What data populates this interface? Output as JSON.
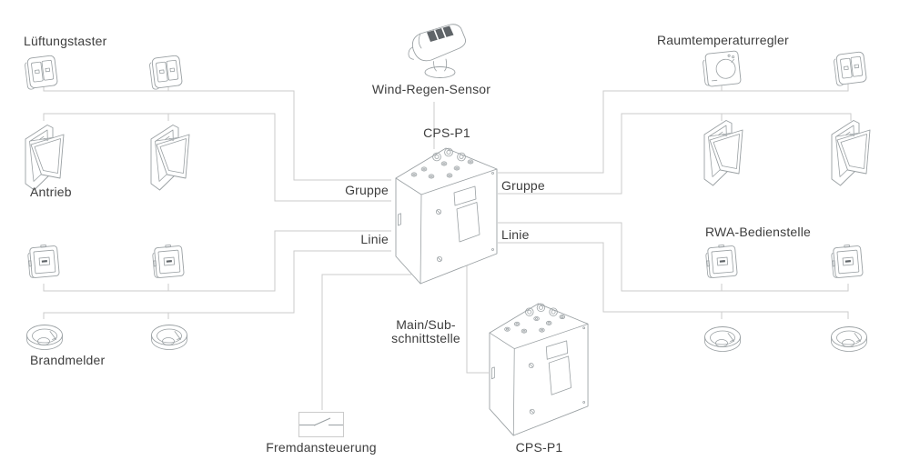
{
  "colors": {
    "wire": "#cbcbcb",
    "icon": "#9aa0a3",
    "text": "#3d3d3d",
    "dark": "#5f6468"
  },
  "labels": {
    "lueftungstaster": "Lüftungstaster",
    "wind_regen_sensor": "Wind-Regen-Sensor",
    "raumtemperaturregler": "Raumtemperaturregler",
    "antrieb": "Antrieb",
    "gruppe_left": "Gruppe",
    "linie_left": "Linie",
    "gruppe_right": "Gruppe",
    "linie_right": "Linie",
    "cps_p1_main": "CPS-P1",
    "rwa_bedienstelle": "RWA-Bedienstelle",
    "brandmelder": "Brandmelder",
    "main_sub_line1": "Main/Sub-",
    "main_sub_line2": "schnittstelle",
    "fremdansteuerung": "Fremdansteuerung",
    "cps_p1_sub": "CPS-P1"
  }
}
